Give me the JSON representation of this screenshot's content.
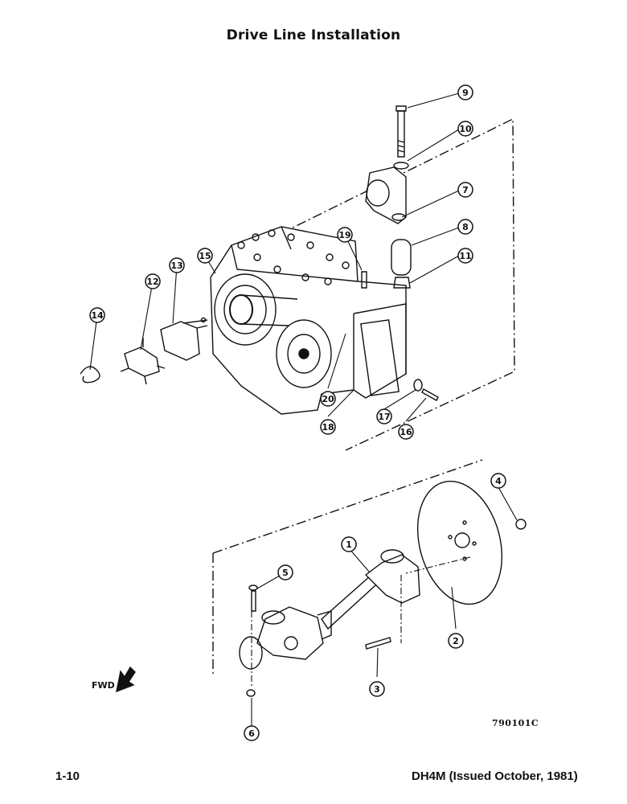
{
  "page": {
    "title": "Drive Line Installation",
    "figure_id": "790101C",
    "fwd_label": "FWD",
    "page_number": "1-10",
    "document_id": "DH4M (Issued October, 1981)"
  },
  "callouts": [
    "1",
    "2",
    "3",
    "4",
    "5",
    "6",
    "7",
    "8",
    "9",
    "10",
    "11",
    "12",
    "13",
    "14",
    "15",
    "16",
    "17",
    "18",
    "19",
    "20"
  ]
}
